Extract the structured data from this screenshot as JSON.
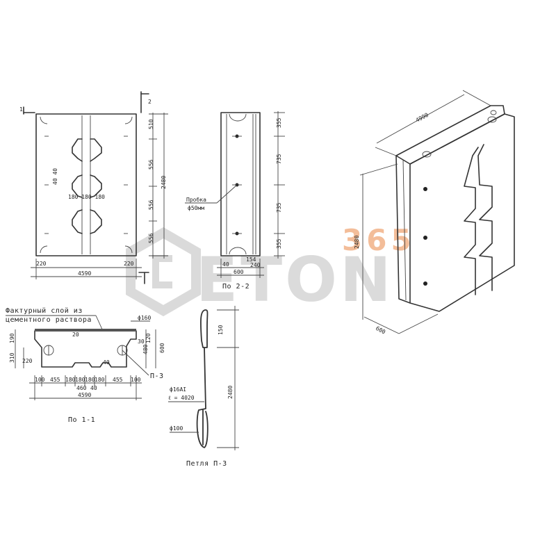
{
  "elevation": {
    "total_width": "4590",
    "edge_left": "220",
    "edge_right": "220",
    "heights": [
      "510",
      "556",
      "556",
      "556"
    ],
    "total_height": "2480",
    "marks_inner": [
      "40 40",
      "180 180 180"
    ],
    "section_mark_top": "2",
    "section_mark_left": "1"
  },
  "side_view": {
    "caption": "По 2-2",
    "heights": [
      "355",
      "735",
      "735",
      "355"
    ],
    "bottom_dims": [
      "40",
      "600",
      "154",
      "240"
    ],
    "annotation_line1": "Пробка",
    "annotation_line2": "ф50мм"
  },
  "section": {
    "caption": "По 1-1",
    "layer_line1": "Фактурный слой  из",
    "layer_line2": "цементного раствора",
    "diam_top": "ф160",
    "loop_ref": "П-3",
    "left_dims": [
      "190",
      "310",
      "220"
    ],
    "right_dims": [
      "600",
      "480",
      "120"
    ],
    "bottom_dims": [
      "100",
      "455",
      "180",
      "180",
      "180",
      "180",
      "455",
      "100"
    ],
    "bottom_sub": [
      "460",
      "40"
    ],
    "total_width": "4590",
    "inner_marks": [
      "20",
      "30",
      "40"
    ]
  },
  "loop": {
    "caption": "Петля П-3",
    "dim_top": "150",
    "dim_total": "2480",
    "rebar": "ф16АI",
    "length": "ℓ = 4020",
    "diam": "ф100"
  },
  "isometric": {
    "length": "4990",
    "height": "2480",
    "depth": "600"
  },
  "watermark": {
    "number": "365",
    "word": "ETON",
    "color_orange": "#f0a878",
    "color_gray": "#c4c4c4"
  }
}
